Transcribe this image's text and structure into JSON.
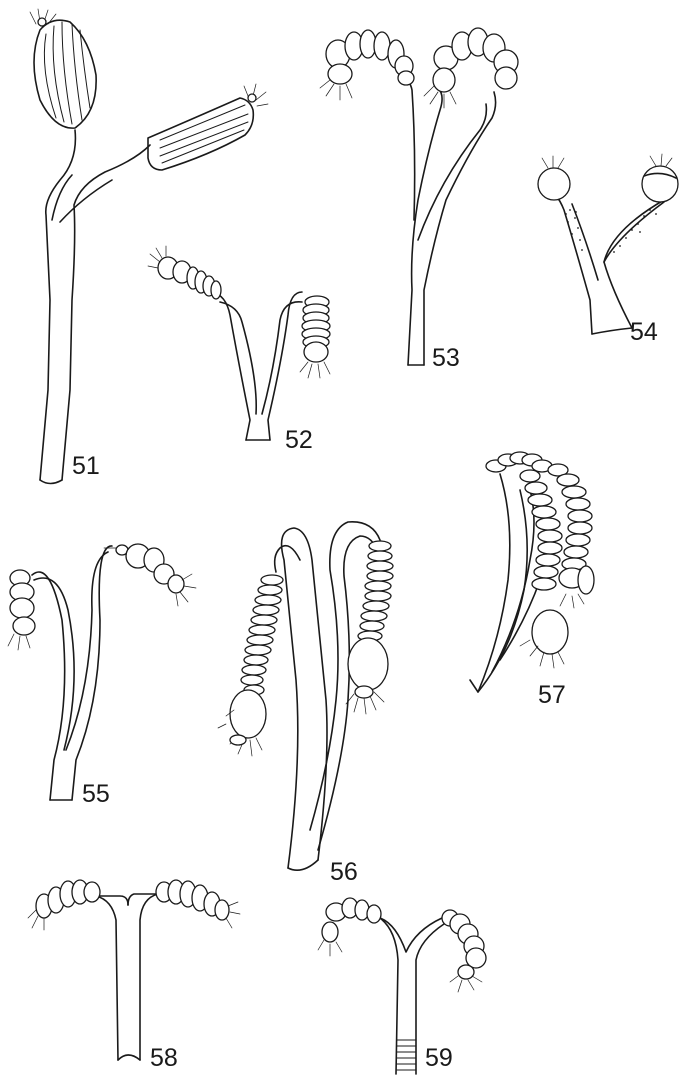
{
  "figure_labels": {
    "f51": "51",
    "f52": "52",
    "f53": "53",
    "f54": "54",
    "f55": "55",
    "f56": "56",
    "f57": "57",
    "f58": "58",
    "f59": "59"
  },
  "colors": {
    "ink": "#1a1a1a",
    "paper": "#ffffff"
  }
}
